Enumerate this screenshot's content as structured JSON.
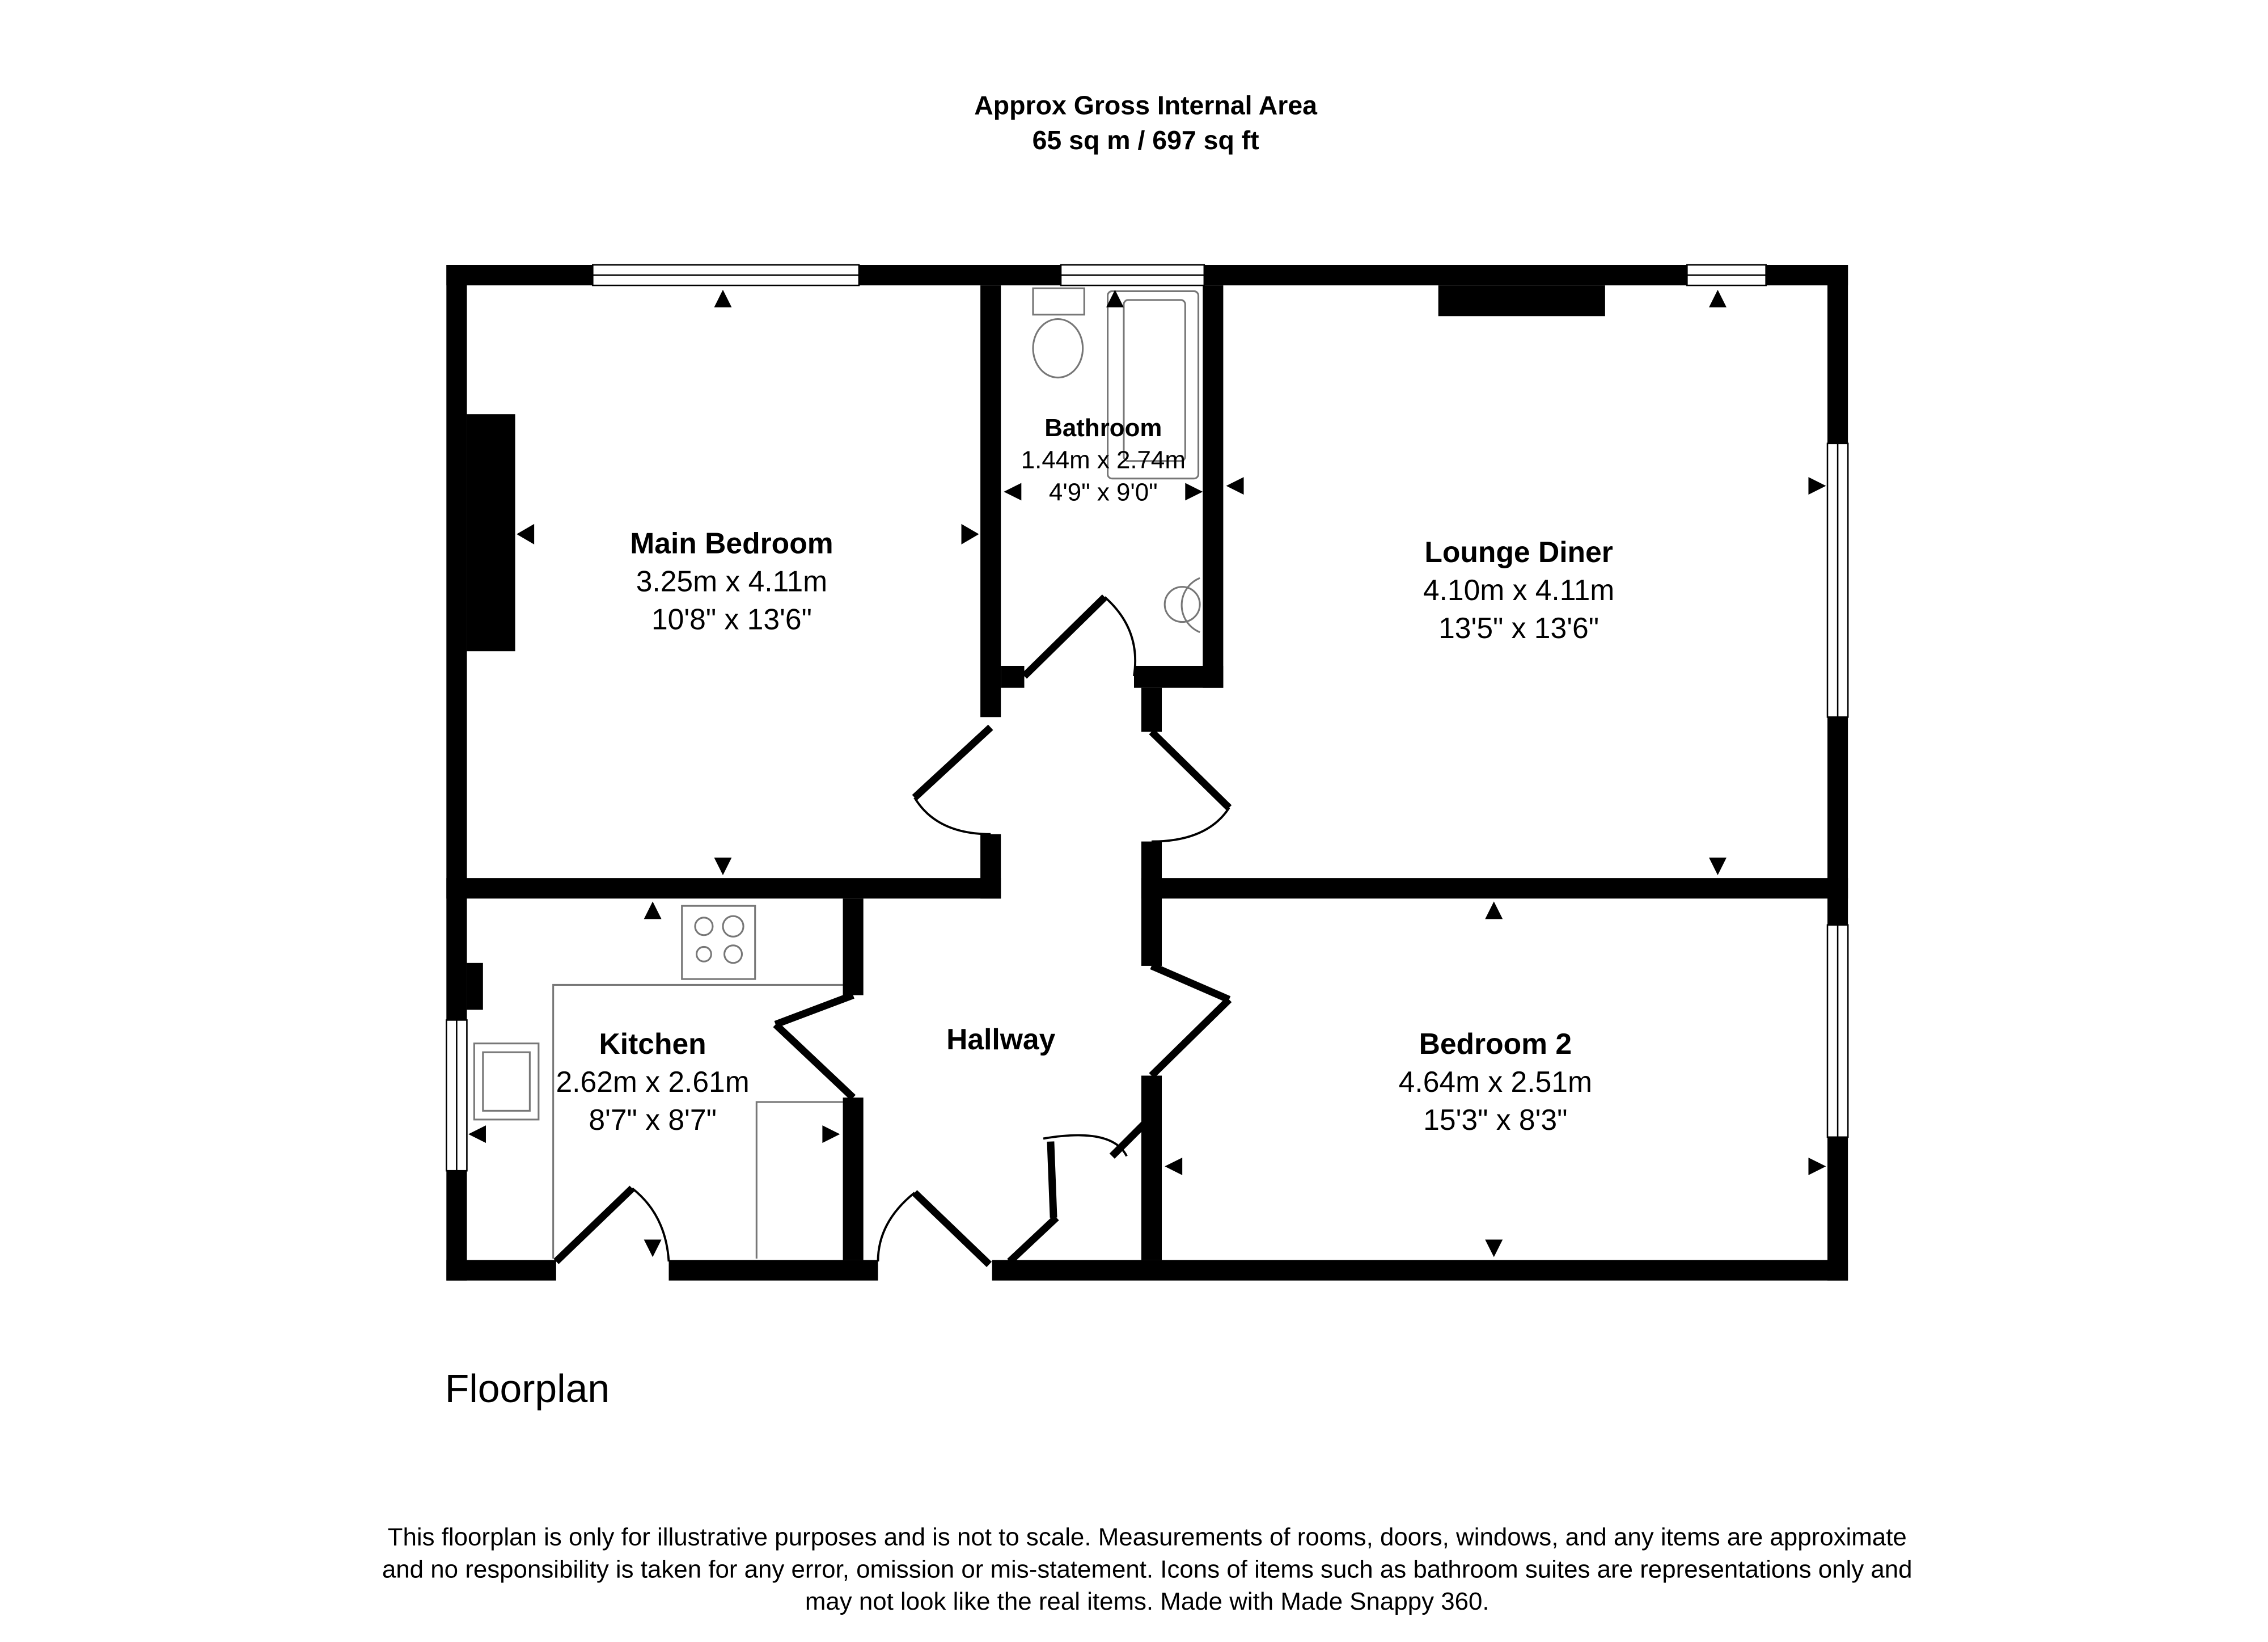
{
  "header": {
    "title": "Approx Gross Internal Area",
    "area": "65 sq m / 697 sq ft"
  },
  "rooms": {
    "main_bedroom": {
      "name": "Main Bedroom",
      "metric": "3.25m x 4.11m",
      "imperial": "10'8\" x 13'6\""
    },
    "bathroom": {
      "name": "Bathroom",
      "metric": "1.44m x 2.74m",
      "imperial": "4'9\" x 9'0\""
    },
    "lounge": {
      "name": "Lounge Diner",
      "metric": "4.10m x 4.11m",
      "imperial": "13'5\" x 13'6\""
    },
    "kitchen": {
      "name": "Kitchen",
      "metric": "2.62m x 2.61m",
      "imperial": "8'7\" x 8'7\""
    },
    "hallway": {
      "name": "Hallway"
    },
    "bedroom2": {
      "name": "Bedroom 2",
      "metric": "4.64m x 2.51m",
      "imperial": "15'3\" x 8'3\""
    }
  },
  "floor_label": "Floorplan",
  "disclaimer": [
    "This floorplan is only for illustrative purposes and is not to scale. Measurements of rooms, doors, windows, and any items are approximate",
    "and no responsibility is taken for any error, omission or mis-statement. Icons of items such as bathroom suites are representations only and",
    "may not look like the real items. Made with Made Snappy 360."
  ]
}
